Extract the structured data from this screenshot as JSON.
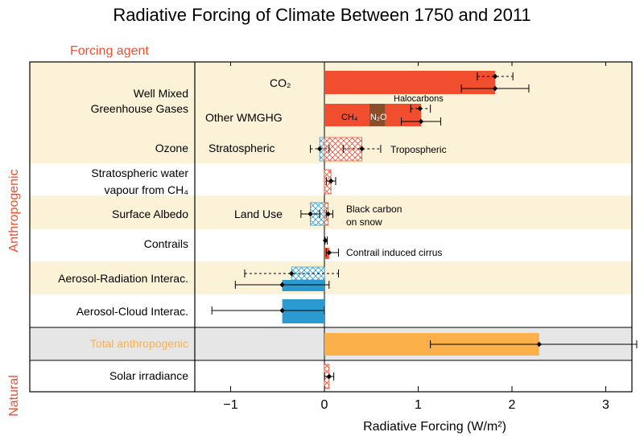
{
  "chart_data": {
    "type": "bar",
    "title": "Radiative Forcing of Climate Between 1750 and 2011",
    "column_header": "Forcing agent",
    "xlabel": "Radiative Forcing (W/m²)",
    "xlim": [
      -1.37,
      3.5
    ],
    "xticks": [
      -1,
      0,
      1,
      2,
      3
    ],
    "group_labels": [
      "Anthropogenic",
      "Natural"
    ],
    "rows": [
      {
        "label": [
          "Well Mixed",
          "Greenhouse Gases"
        ],
        "inner": [
          "CO₂",
          "Other WMGHG"
        ]
      },
      {
        "label": [
          "Ozone"
        ],
        "inner": [
          "Stratospheric"
        ],
        "right": [
          "Tropospheric"
        ]
      },
      {
        "label": [
          "Stratospheric water",
          "vapour from CH₄"
        ]
      },
      {
        "label": [
          "Surface Albedo"
        ],
        "inner": [
          "Land Use"
        ],
        "right": [
          "Black carbon",
          "on snow"
        ]
      },
      {
        "label": [
          "Contrails"
        ],
        "right": [
          "Contrail induced cirrus"
        ]
      },
      {
        "label": [
          "Aerosol-Radiation Interac."
        ]
      },
      {
        "label": [
          "Aerosol-Cloud Interac."
        ]
      },
      {
        "label": [
          "Total anthropogenic"
        ]
      },
      {
        "label": [
          "Solar irradiance"
        ]
      }
    ],
    "series": [
      {
        "agent": "CO2",
        "value": 1.82,
        "lo": 1.46,
        "hi": 2.18,
        "style": "solid-red",
        "dashed_range": [
          1.63,
          2.01
        ],
        "dashed_point": 1.82
      },
      {
        "agent": "CH4",
        "value": 0.48,
        "style": "solid-red",
        "label": "CH₄"
      },
      {
        "agent": "N2O",
        "value": 0.17,
        "style": "solid-brown",
        "label": "N₂O"
      },
      {
        "agent": "Halocarbons",
        "value": 0.38,
        "style": "solid-red",
        "label": "Halocarbons",
        "dashed_range": [
          0.92,
          1.13
        ],
        "dashed_point": 1.02
      },
      {
        "agent": "Other WMGHG total",
        "value": 1.03,
        "lo": 0.82,
        "hi": 1.24
      },
      {
        "agent": "Stratospheric ozone",
        "value": -0.05,
        "lo": -0.15,
        "hi": 0.05,
        "style": "hatched-blue"
      },
      {
        "agent": "Tropospheric ozone",
        "value": 0.4,
        "lo": 0.2,
        "hi": 0.6,
        "style": "hatched-red"
      },
      {
        "agent": "Stratospheric water vapour",
        "value": 0.07,
        "lo": 0.02,
        "hi": 0.12,
        "style": "hatched-red"
      },
      {
        "agent": "Land use albedo",
        "value": -0.15,
        "lo": -0.25,
        "hi": -0.05,
        "style": "hatched-blue"
      },
      {
        "agent": "Black carbon on snow",
        "value": 0.04,
        "lo": 0.02,
        "hi": 0.09,
        "style": "hatched-red"
      },
      {
        "agent": "Contrails",
        "value": 0.01,
        "lo": 0.005,
        "hi": 0.03,
        "style": "solid-red"
      },
      {
        "agent": "Contrail induced cirrus",
        "value": 0.05,
        "lo": 0.02,
        "hi": 0.15,
        "style": "solid-red"
      },
      {
        "agent": "Aerosol-radiation",
        "value": -0.35,
        "lo": -0.85,
        "hi": 0.15,
        "style": "hatched-blue"
      },
      {
        "agent": "Aerosol-radiation and cloud adjustments",
        "value": -0.45,
        "lo": -0.95,
        "hi": 0.05,
        "style": "solid-blue"
      },
      {
        "agent": "Aerosol-cloud",
        "value": -0.45,
        "lo": -1.2,
        "hi": 0.0,
        "style": "solid-blue"
      },
      {
        "agent": "Total anthropogenic",
        "value": 2.29,
        "lo": 1.13,
        "hi": 3.33,
        "style": "solid-orange"
      },
      {
        "agent": "Solar irradiance",
        "value": 0.05,
        "lo": 0.0,
        "hi": 0.1,
        "style": "hatched-red"
      }
    ],
    "colors": {
      "red": "#f04e2f",
      "brown": "#8a4f2a",
      "blue": "#2b9ad1",
      "orange": "#fbb04a",
      "band": "#fbf2d8",
      "total_band": "#e6e6e6",
      "header": "#f04e2f"
    }
  }
}
